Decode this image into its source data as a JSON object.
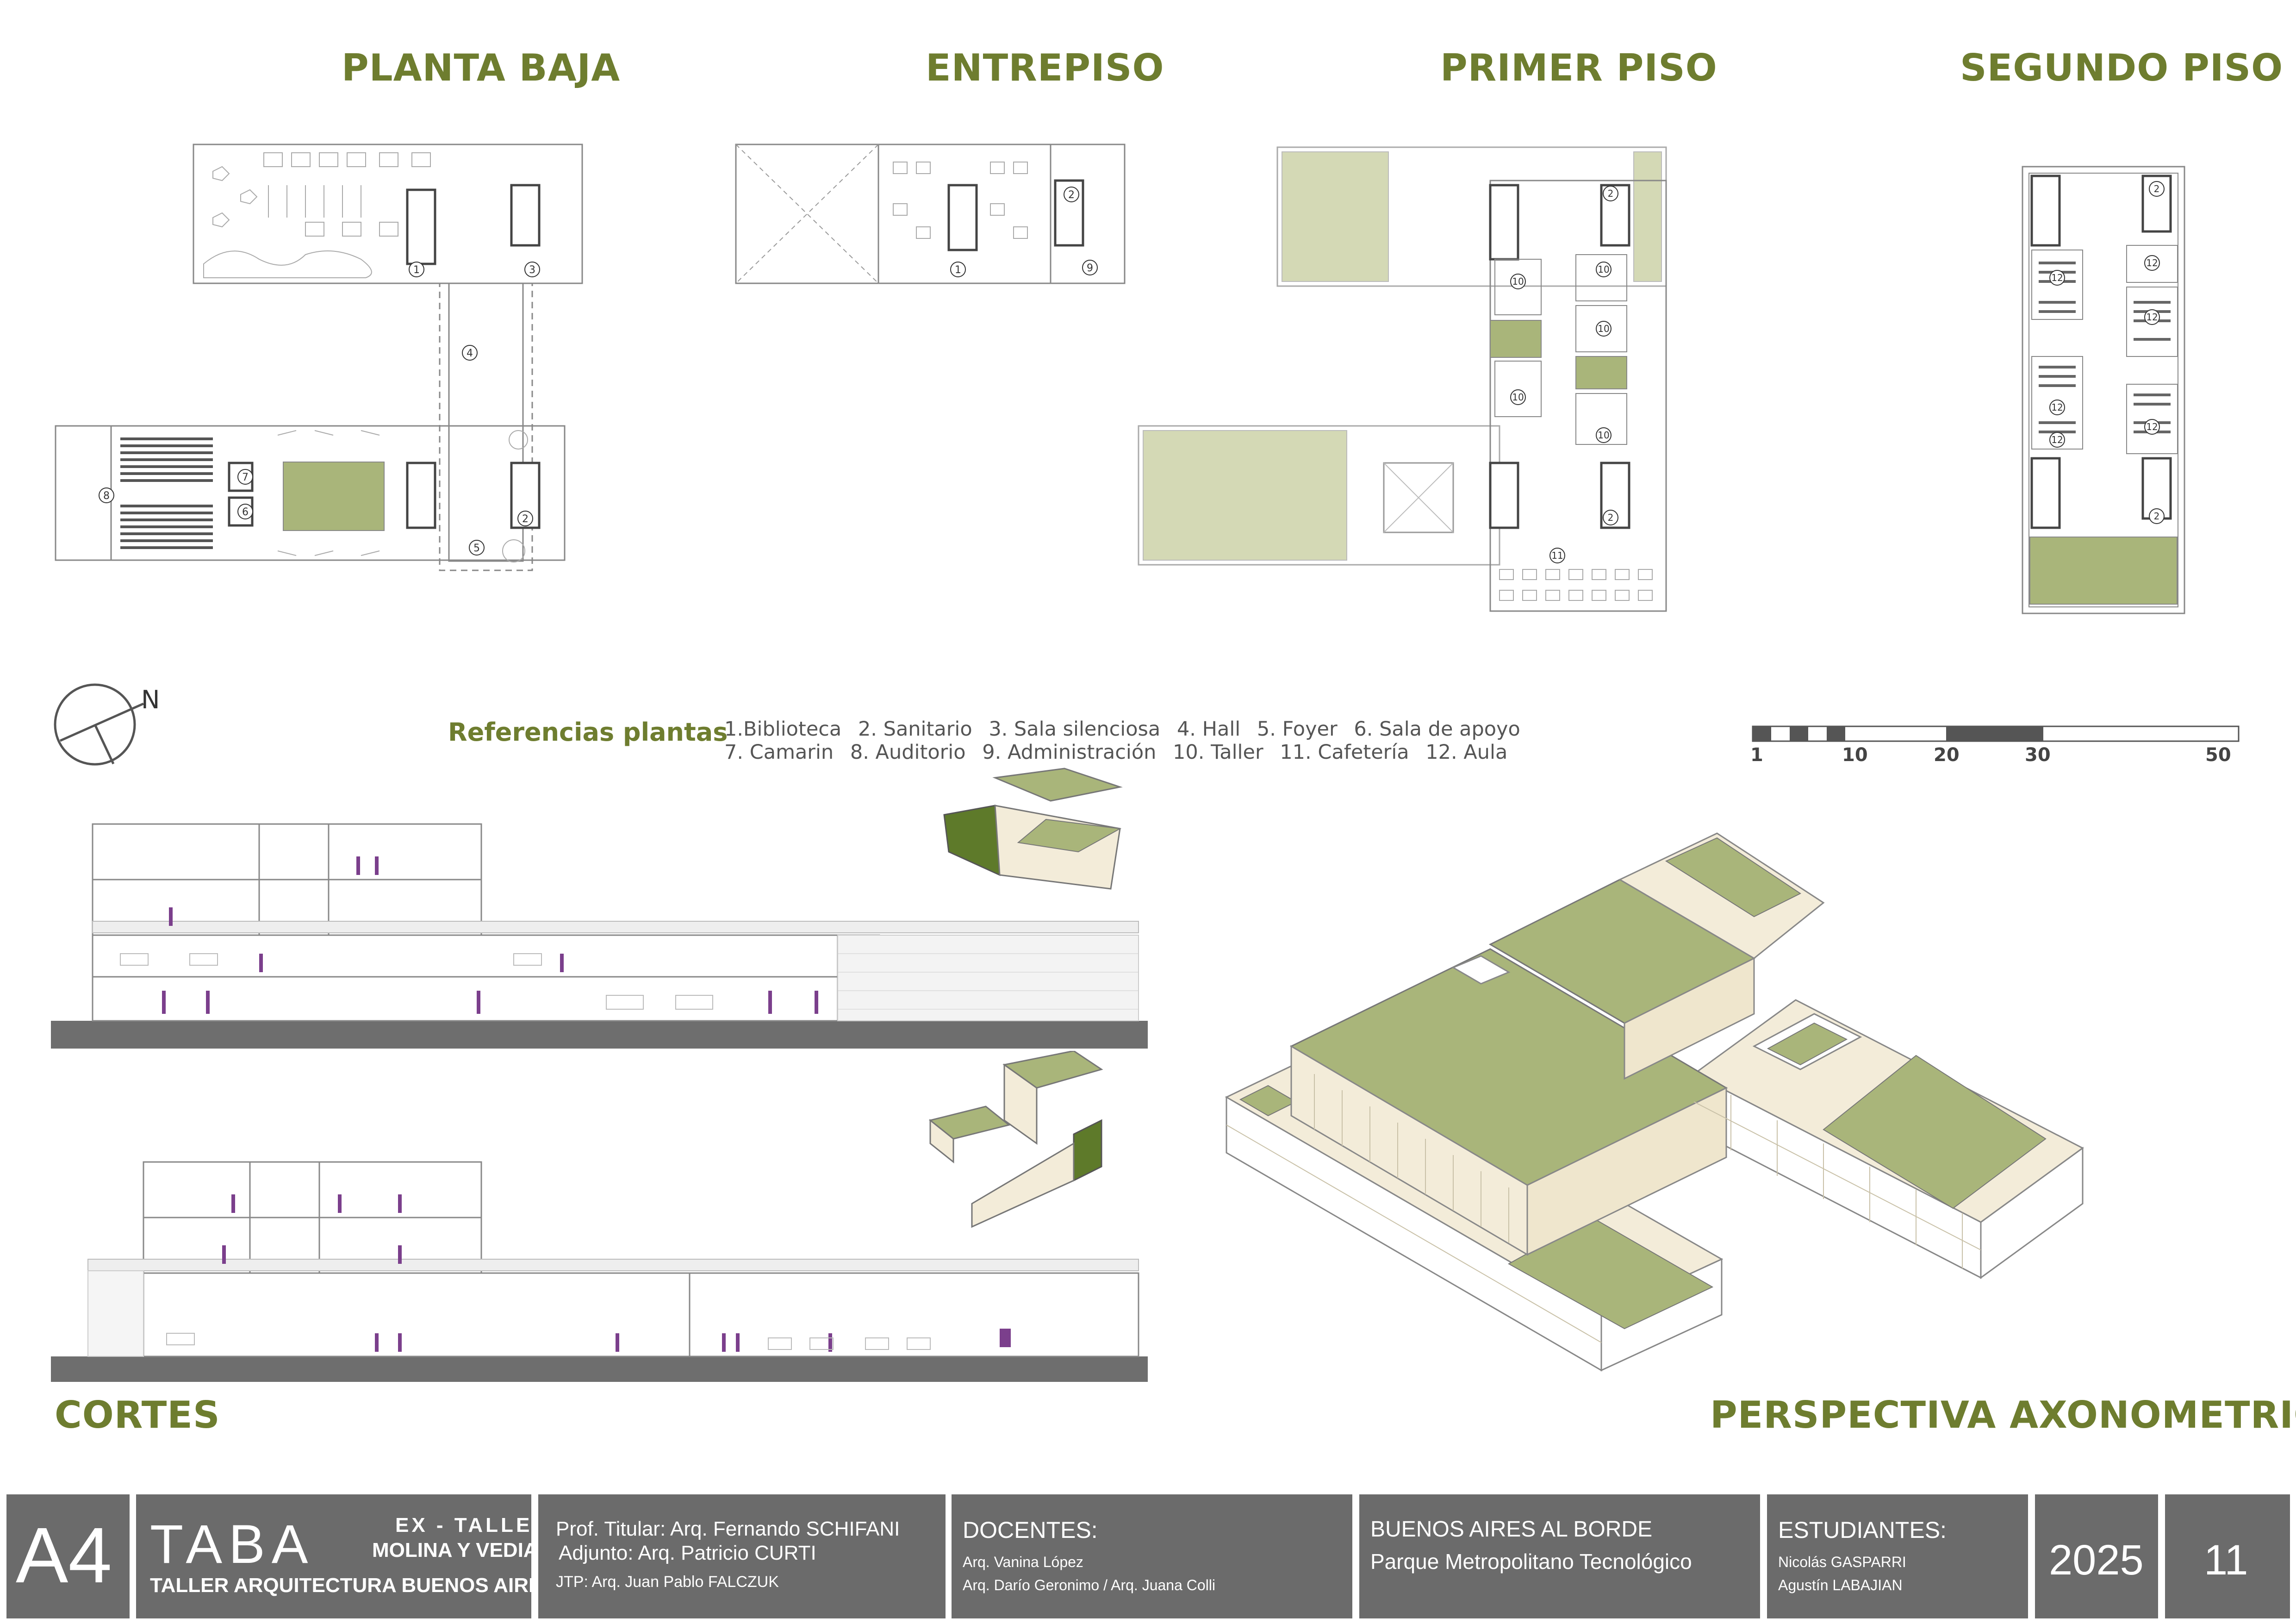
{
  "titles": {
    "planta_baja": "PLANTA BAJA",
    "entrepiso": "ENTREPISO",
    "primer_piso": "PRIMER PISO",
    "segundo_piso": "SEGUNDO PISO",
    "cortes": "CORTES",
    "perspectiva": "PERSPECTIVA AXONOMETRICA"
  },
  "north": "N",
  "legend": {
    "title": "Referencias plantas",
    "row1": [
      "1.Biblioteca",
      "2. Sanitario",
      "3. Sala silenciosa",
      "4. Hall",
      "5. Foyer",
      "6. Sala de apoyo"
    ],
    "row2": [
      "7. Camarin",
      "8. Auditorio",
      "9. Administración",
      "10. Taller",
      "11. Cafetería",
      "12. Aula"
    ]
  },
  "scale": {
    "labels": [
      "1",
      "10",
      "20",
      "30",
      "50"
    ]
  },
  "plan_numbers": {
    "planta_baja": [
      "1",
      "2",
      "3",
      "4",
      "5",
      "6",
      "7",
      "8"
    ],
    "entrepiso": [
      "1",
      "2",
      "9"
    ],
    "primer_piso": [
      "2",
      "2",
      "10",
      "10",
      "10",
      "10",
      "10",
      "11"
    ],
    "segundo_piso": [
      "2",
      "12",
      "12",
      "12",
      "12",
      "12",
      "12",
      "2"
    ]
  },
  "footer": {
    "sheet": "A4",
    "logo": "TABA",
    "ex_taller": "EX - TALLER",
    "molina": "MOLINA Y VEDIA",
    "taller_full": "TALLER ARQUITECTURA BUENOS AIRES",
    "prof_titular": "Prof. Titular: Arq. Fernando SCHIFANI",
    "adjunto": "Adjunto: Arq. Patricio CURTI",
    "jtp": "JTP: Arq. Juan Pablo FALCZUK",
    "docentes_title": "DOCENTES:",
    "docente1": "Arq. Vanina López",
    "docente2": "Arq. Darío Geronimo / Arq. Juana Colli",
    "project1": "BUENOS AIRES AL BORDE",
    "project2": "Parque Metropolitano Tecnológico",
    "estudiantes_title": "ESTUDIANTES:",
    "estudiante1": "Nicolás GASPARRI",
    "estudiante2": "Agustín LABAJIAN",
    "year": "2025",
    "page": "11"
  },
  "colors": {
    "accent_green": "#6e7d2f",
    "roof_green": "#a9b57a",
    "purple_figures": "#7b3f8c",
    "footer_gray": "#6b6b6b"
  }
}
